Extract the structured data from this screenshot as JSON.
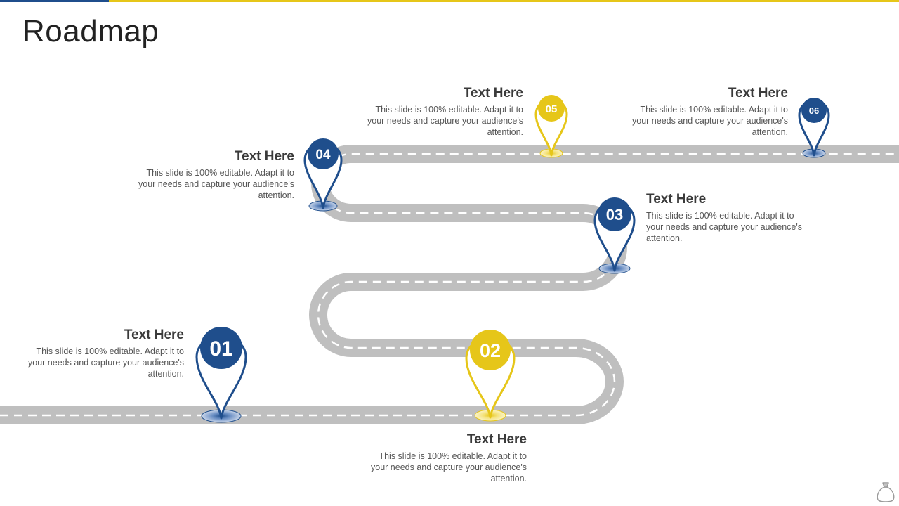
{
  "title": "Roadmap",
  "colors": {
    "blue": "#1f4e8c",
    "yellow": "#e6c619",
    "road": "#bfbfbf"
  },
  "milestones": [
    {
      "number": "01",
      "heading": "Text Here",
      "body": "This slide is 100% editable. Adapt it to your needs and capture your audience's attention.",
      "color": "blue"
    },
    {
      "number": "02",
      "heading": "Text Here",
      "body": "This slide is 100% editable. Adapt it to your needs and capture your audience's attention.",
      "color": "yellow"
    },
    {
      "number": "03",
      "heading": "Text Here",
      "body": "This slide is 100% editable. Adapt it to your needs and capture your audience's attention.",
      "color": "blue"
    },
    {
      "number": "04",
      "heading": "Text Here",
      "body": "This slide is 100% editable. Adapt it to your needs and capture your audience's attention.",
      "color": "blue"
    },
    {
      "number": "05",
      "heading": "Text Here",
      "body": "This slide is 100% editable. Adapt it to your needs and capture your audience's attention.",
      "color": "yellow"
    },
    {
      "number": "06",
      "heading": "Text Here",
      "body": "This slide is 100% editable. Adapt it to your needs and capture your audience's attention.",
      "color": "blue"
    }
  ],
  "footer_icon": "money-bag-icon"
}
